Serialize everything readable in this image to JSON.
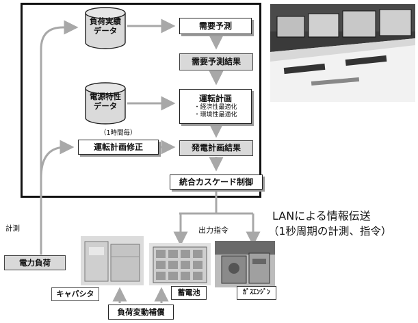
{
  "flow": {
    "load_data": [
      "負荷実績",
      "データ"
    ],
    "power_data": [
      "電源特性",
      "データ"
    ],
    "demand_forecast": "需要予測",
    "forecast_result": "需要予測結果",
    "operation_plan": {
      "title": "運転計画",
      "items": [
        "・経済性最適化",
        "・環境性最適化"
      ]
    },
    "hourly": "（1時間毎）",
    "plan_revision": "運転計画修正",
    "generation_result": "発電計画結果",
    "cascade_control": "統合カスケード制御"
  },
  "labels": {
    "measurement": "計測",
    "electric_load": "電力負荷",
    "output_command": "出力指令",
    "lan_line1": "LANによる情報伝送",
    "lan_line2": "（1秒周期の計測、指令）",
    "capacitor": "キャパシタ",
    "battery": "蓄電池",
    "gas_engine": "ｶﾞｽｴﾝｼﾞﾝ",
    "load_compensation": "負荷変動補償"
  },
  "colors": {
    "arrow": "#a8a8a8",
    "shadow": "#9a9a9a",
    "gray_box": "#d9d9d9",
    "cylinder": "#dadada"
  }
}
